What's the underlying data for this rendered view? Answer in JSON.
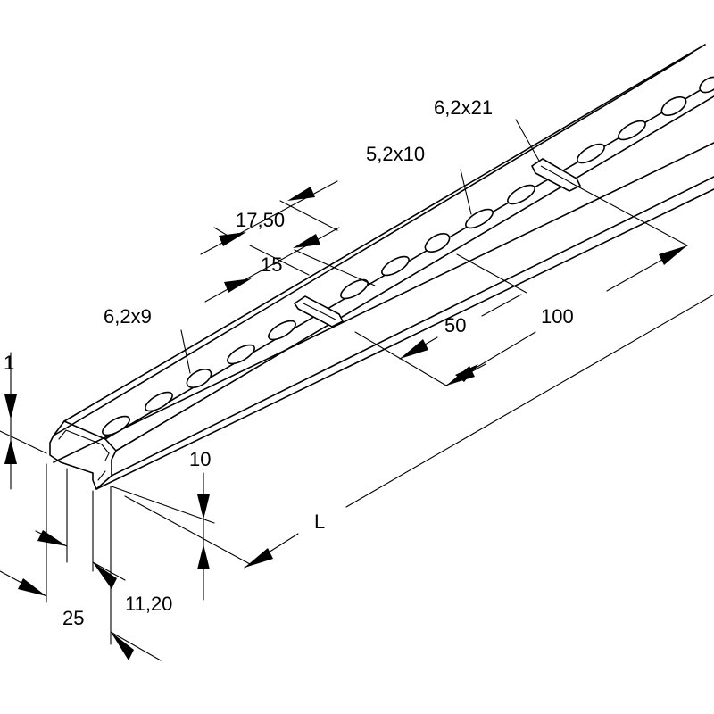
{
  "labels": {
    "thickness": "1",
    "width": "25",
    "inner_width": "11,20",
    "height": "10",
    "length": "L",
    "slot_a": "6,2x9",
    "slot_b": "5,2x10",
    "slot_c": "6,2x21",
    "pitch_a": "17,50",
    "pitch_b": "15",
    "pitch_c": "50",
    "pitch_d": "100"
  }
}
